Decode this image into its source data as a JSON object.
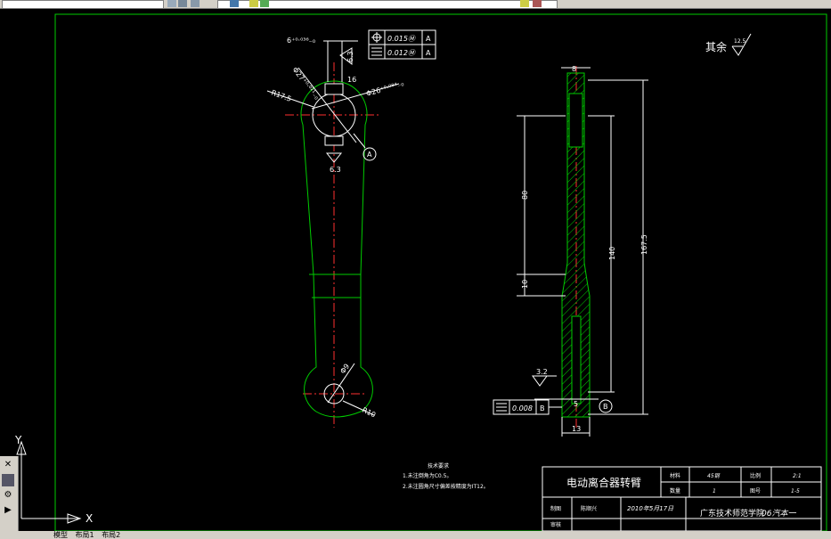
{
  "statusbar": {
    "tab_model": "模型",
    "tab_layout1": "布局1",
    "tab_layout2": "布局2"
  },
  "ucs": {
    "x_label": "X",
    "y_label": "Y"
  },
  "dock": {
    "close": "✕",
    "btn2": "⚙",
    "btn3": "▶"
  },
  "colors": {
    "background": "#000000",
    "outline": "#00cc00",
    "centerline": "#ff3030",
    "dimension": "#ffffff",
    "border": "#00cc00"
  },
  "drawing": {
    "roughness_note": "其余",
    "roughness_note_value": "12.5",
    "front_view": {
      "dim_6": "6⁺⁰·⁰³⁶₋₀",
      "dim_phi27": "Φ27⁺⁰·⁰²¹₋₀",
      "dim_phi26": "Φ26⁺⁰·⁰⁸⁴₋₀",
      "dim_r175": "R17.5",
      "dim_16": "16",
      "ra_63_top": "6.3",
      "ra_63_bottom": "6.3",
      "datum_a": "A",
      "dim_phi9": "Φ9",
      "dim_r10": "R10",
      "fcf1_value": "0.015Ⓜ",
      "fcf1_datum": "A",
      "fcf2_value": "0.012Ⓜ",
      "fcf2_datum": "A"
    },
    "side_view": {
      "dim_8": "8",
      "dim_80": "80",
      "dim_10": "10",
      "dim_140": "140",
      "dim_1675": "167.5",
      "dim_5": "5",
      "dim_13": "13",
      "ra_32": "3.2",
      "datum_b": "B",
      "fcf_value": "0.008",
      "fcf_datum": "B"
    },
    "tech_requirements": {
      "title": "技术要求",
      "line1": "1.未注倒角为C0.5。",
      "line2": "2.未注圆角尺寸偏差按精度为IT12。"
    },
    "title_block": {
      "part_name": "电动离合器转臂",
      "material_label": "材料",
      "material_value": "45钢",
      "scale_label": "比例",
      "scale_value": "2:1",
      "qty_label": "数量",
      "qty_value": "1",
      "drawing_no_label": "图号",
      "drawing_no_value": "1-5",
      "drafter_label": "制图",
      "drafter_name": "陈顺兴",
      "date": "2010年5月17日",
      "reviewer_label": "审核",
      "school": "广东技术师范学院",
      "class_name": "06汽本一"
    }
  }
}
